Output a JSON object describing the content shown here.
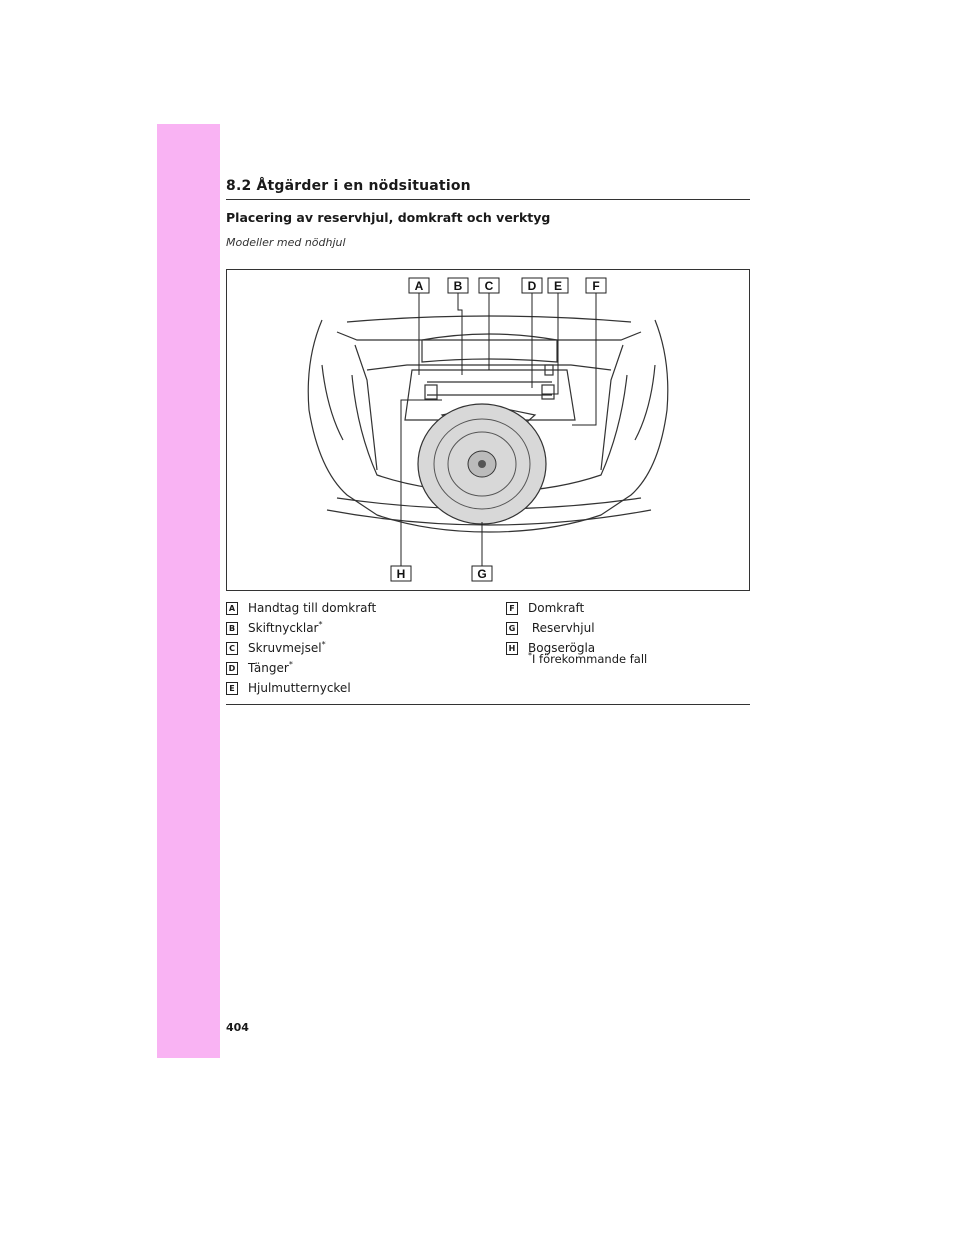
{
  "header": {
    "section": "8.2  Åtgärder i en nödsituation"
  },
  "subtitle": "Placering av reservhjul, domkraft och verktyg",
  "variant": "Modeller med nödhjul",
  "figure": {
    "callouts": [
      "A",
      "B",
      "C",
      "D",
      "E",
      "F",
      "G",
      "H"
    ]
  },
  "legend": {
    "left": [
      {
        "key": "A",
        "text": "Handtag till domkraft",
        "star": ""
      },
      {
        "key": "B",
        "text": "Skiftnycklar",
        "star": "*"
      },
      {
        "key": "C",
        "text": "Skruvmejsel",
        "star": "*"
      },
      {
        "key": "D",
        "text": "Tänger",
        "star": "*"
      },
      {
        "key": "E",
        "text": "Hjulmutternyckel",
        "star": ""
      }
    ],
    "right": [
      {
        "key": "F",
        "text": "Domkraft",
        "star": ""
      },
      {
        "key": "G",
        "text": " Reservhjul",
        "star": ""
      },
      {
        "key": "H",
        "text": "Bogserögla",
        "star": ""
      }
    ],
    "footnote_star": "*",
    "footnote_text": "I förekommande fall"
  },
  "page_number": "404"
}
